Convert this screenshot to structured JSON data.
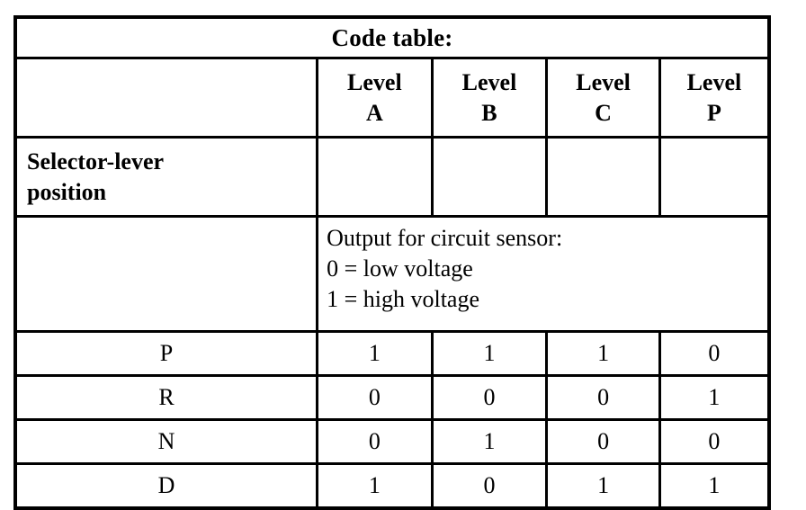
{
  "table": {
    "title": "Code table:",
    "column_headers": [
      {
        "word": "Level",
        "letter": "A",
        "full": "Level A"
      },
      {
        "word": "Level",
        "letter": "B",
        "full": "Level B"
      },
      {
        "word": "Level",
        "letter": "C",
        "full": "Level C"
      },
      {
        "word": "Level",
        "letter": "P",
        "full": "Level P"
      }
    ],
    "selector_label": {
      "line1": "Selector-lever",
      "line2": "position",
      "full": "Selector-lever position"
    },
    "output_note": {
      "line1": "Output for circuit sensor:",
      "line2": "0 = low voltage",
      "line3": "1 = high voltage"
    },
    "rows": [
      {
        "label": "P",
        "values": [
          "1",
          "1",
          "1",
          "0"
        ]
      },
      {
        "label": "R",
        "values": [
          "0",
          "0",
          "0",
          "1"
        ]
      },
      {
        "label": "N",
        "values": [
          "0",
          "1",
          "0",
          "0"
        ]
      },
      {
        "label": "D",
        "values": [
          "1",
          "0",
          "1",
          "1"
        ]
      }
    ],
    "colors": {
      "border": "#000000",
      "background": "#ffffff",
      "text": "#000000"
    }
  }
}
